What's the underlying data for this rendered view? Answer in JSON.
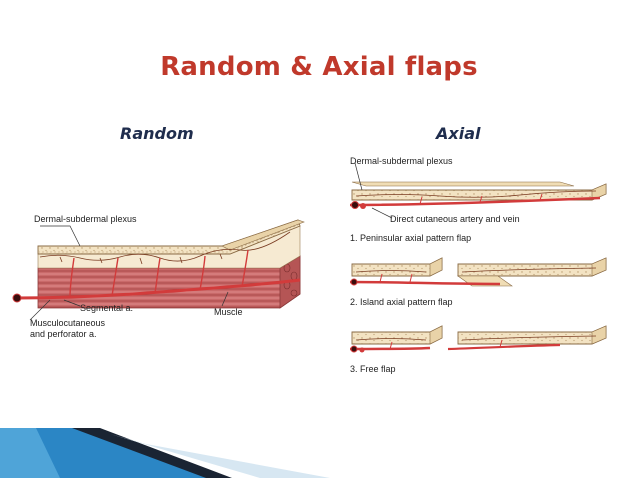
{
  "title": "Random & Axial flaps",
  "random": {
    "heading": "Random",
    "labels": {
      "plexus": "Dermal-subdermal plexus",
      "segmental": "Segmental a.",
      "musculo_line1": "Musculocutaneous",
      "musculo_line2": "and perforator a.",
      "muscle": "Muscle"
    }
  },
  "axial": {
    "heading": "Axial",
    "labels": {
      "plexus": "Dermal-subdermal plexus",
      "direct": "Direct cutaneous artery and vein",
      "flap1": "1. Peninsular axial pattern flap",
      "flap2": "2. Island axial pattern flap",
      "flap3": "3. Free flap"
    }
  },
  "colors": {
    "title": "#c0392b",
    "heading": "#1f2d4d",
    "skin": "#f3e3c3",
    "skin_edge": "#8a6b45",
    "muscle": "#c96a6a",
    "vessel": "#d23b3b",
    "footer_blue": "#2b86c5",
    "footer_dark": "#1a2433"
  }
}
